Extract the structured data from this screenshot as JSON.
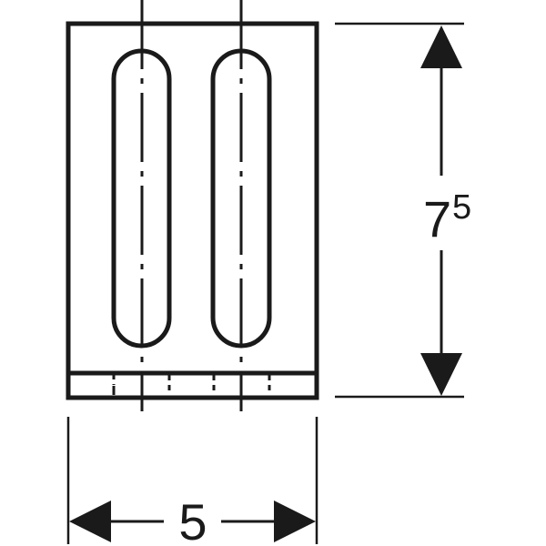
{
  "drawing": {
    "height_dimension_main": "7",
    "height_dimension_sup": "5",
    "width_dimension": "5",
    "line_color": "#1a1a1a"
  }
}
